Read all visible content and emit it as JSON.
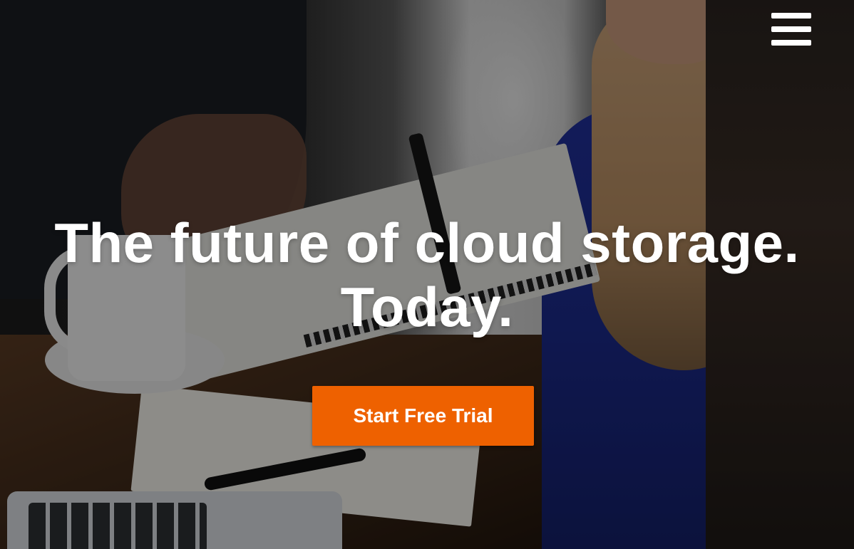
{
  "header": {
    "menu_icon": "hamburger-menu-icon"
  },
  "hero": {
    "headline_line1": "The future of cloud storage.",
    "headline_line2": "Today.",
    "cta_label": "Start Free Trial",
    "background_image": "people-working-at-cafe-table-photo"
  },
  "colors": {
    "cta_background": "#ee6100",
    "text": "#ffffff"
  }
}
